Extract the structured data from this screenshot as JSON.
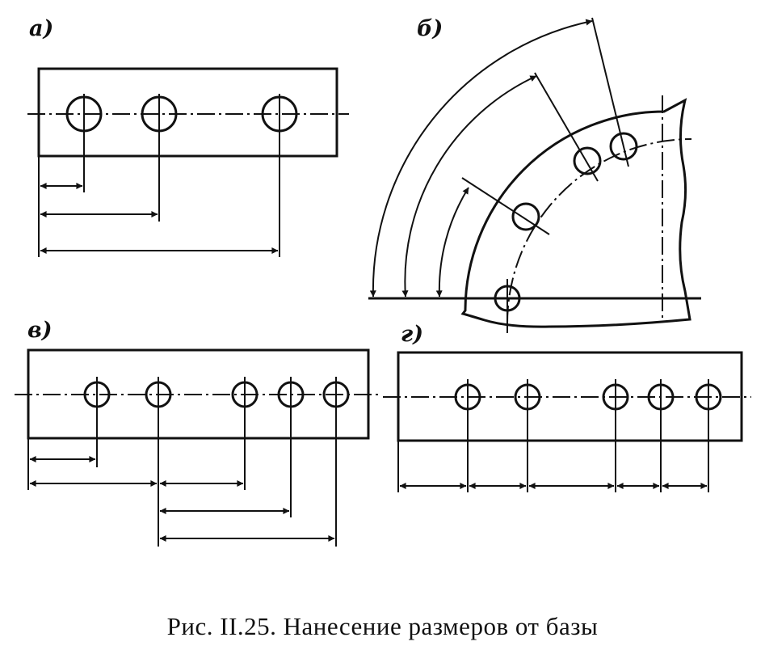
{
  "panels": {
    "a": {
      "label": "а)"
    },
    "b": {
      "label": "б)"
    },
    "v": {
      "label": "в)"
    },
    "g": {
      "label": "г)"
    }
  },
  "caption": "Рис. II.25. Нанесение размеров от базы"
}
